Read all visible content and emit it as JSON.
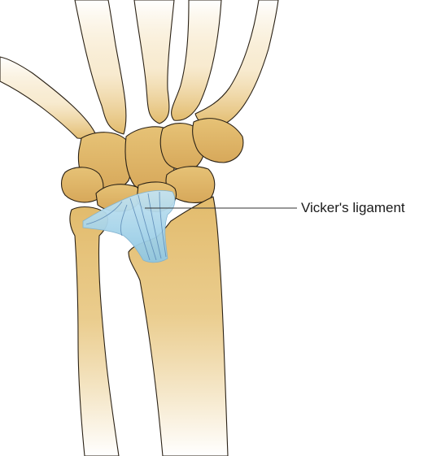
{
  "diagram": {
    "callouts": [
      {
        "label": "Vicker's ligament"
      }
    ],
    "structures": [
      "metacarpal-bones",
      "carpal-bones",
      "radius",
      "ulna",
      "vickers-ligament"
    ],
    "colors": {
      "bone": "#e2bb6c",
      "bone_shadow": "#c99a43",
      "ligament": "#a8d6ea",
      "ligament_fibers": "#5f8db8",
      "outline": "#2a2115",
      "leader_line": "#333333"
    }
  }
}
